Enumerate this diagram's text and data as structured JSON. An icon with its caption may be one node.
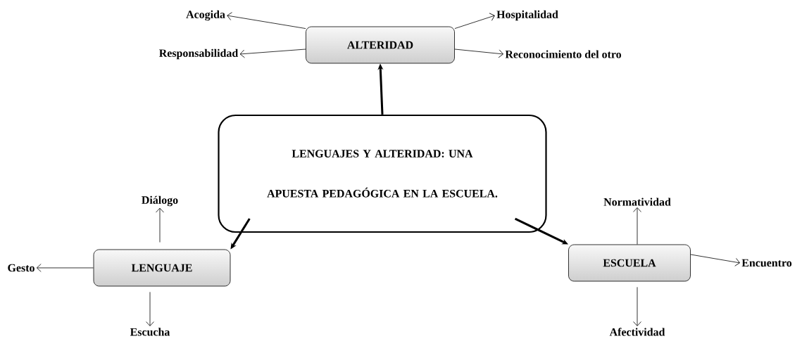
{
  "diagram": {
    "nodes": [
      {
        "text": [
          "LENGUAJES Y ALTERIDAD: UNA APUESTA PEDAGÓGICA EN LA ESCUELA."
        ]
      },
      {
        "text": [
          "ALTERIDAD"
        ]
      },
      {
        "text": [
          "LENGUAJE"
        ]
      },
      {
        "text": [
          "ESCUELA"
        ]
      },
      {
        "text": [
          "Acogida"
        ]
      },
      {
        "text": [
          "Hospitalidad"
        ]
      },
      {
        "text": [
          "Responsabilidad"
        ]
      },
      {
        "text": [
          "Reconocimiento del otro"
        ]
      },
      {
        "text": [
          "Diálogo"
        ]
      },
      {
        "text": [
          "Gesto"
        ]
      },
      {
        "text": [
          "Escucha"
        ]
      },
      {
        "text": [
          "Normatividad"
        ]
      },
      {
        "text": [
          "Encuentro"
        ]
      },
      {
        "text": [
          "Afectividad"
        ]
      }
    ],
    "edges": [
      {
        "from": 0,
        "to": 1,
        "arrow": "to",
        "style": "thick"
      },
      {
        "from": 0,
        "to": 2,
        "arrow": "to",
        "style": "thick"
      },
      {
        "from": 0,
        "to": 3,
        "arrow": "to",
        "style": "thick"
      },
      {
        "from": 1,
        "to": 4,
        "arrow": "to"
      },
      {
        "from": 1,
        "to": 5,
        "arrow": "to"
      },
      {
        "from": 1,
        "to": 6,
        "arrow": "to"
      },
      {
        "from": 1,
        "to": 7,
        "arrow": "to"
      },
      {
        "from": 2,
        "to": 8,
        "arrow": "to"
      },
      {
        "from": 2,
        "to": 9,
        "arrow": "to"
      },
      {
        "from": 2,
        "to": 10,
        "arrow": "to"
      },
      {
        "from": 3,
        "to": 11,
        "arrow": "to"
      },
      {
        "from": 3,
        "to": 12,
        "arrow": "to"
      },
      {
        "from": 3,
        "to": 13,
        "arrow": "to"
      }
    ]
  }
}
